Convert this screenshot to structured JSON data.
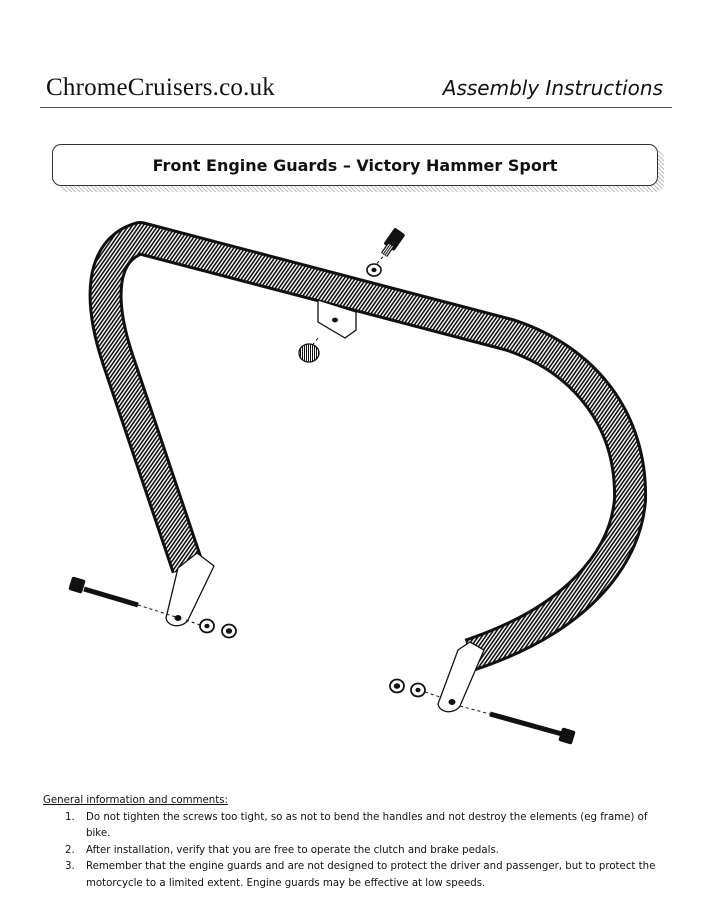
{
  "header": {
    "brand": "ChromeCruisers.co.uk",
    "doc_type": "Assembly Instructions"
  },
  "title": "Front Engine Guards – Victory Hammer Sport",
  "notes": {
    "heading": "General information and comments:",
    "items": [
      {
        "num": "1.",
        "text": "Do not tighten the screws too tight, so as not to bend the handles and not destroy the elements (eg frame) of bike."
      },
      {
        "num": "2.",
        "text": "After installation, verify that you are free to operate the clutch and brake pedals."
      },
      {
        "num": "3.",
        "text": "Remember that the engine guards and are not designed to protect the driver and passenger, but to protect the motorcycle to a limited extent. Engine guards may be effective at low speeds."
      }
    ]
  }
}
